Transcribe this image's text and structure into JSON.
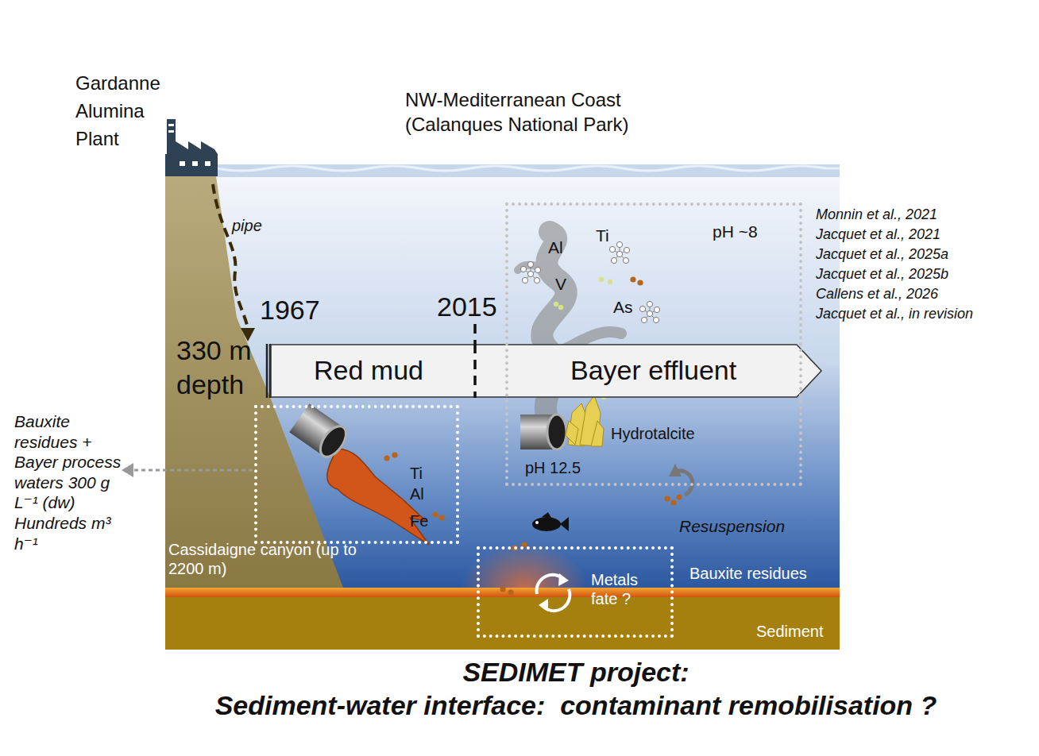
{
  "diagram": {
    "title": "SEDIMET project:",
    "caption": "Sediment-water interface:  contaminant remobilisation ?",
    "nodes": [
      {
        "text": [
          "Red mud",
          "Bayer effluent"
        ]
      },
      {
        "text": [
          "pH ~8",
          "Al",
          "Ti",
          "V",
          "As",
          "Hydrotalcite",
          "pH 12.5"
        ]
      },
      {
        "text": [
          "Ti",
          "Al",
          "Fe"
        ]
      },
      {
        "text": [
          "Metals fate ?"
        ]
      }
    ],
    "labels": [
      "Gardanne Alumina Plant",
      "NW-Mediterranean Coast (Calanques National Park)",
      "pipe",
      "1967",
      "2015",
      "330 m depth",
      "Monnin et al., 2021",
      "Jacquet et al., 2021",
      "Jacquet et al., 2025a",
      "Jacquet et al., 2025b",
      "Callens et al., 2026",
      "Jacquet et al., in revision",
      "Bauxite residues + Bayer process waters 300 g L⁻¹ (dw) Hundreds m³ h⁻¹",
      "Cassidaigne canyon (up to 2200 m)",
      "Resuspension",
      "Bauxite residues",
      "Sediment"
    ]
  }
}
